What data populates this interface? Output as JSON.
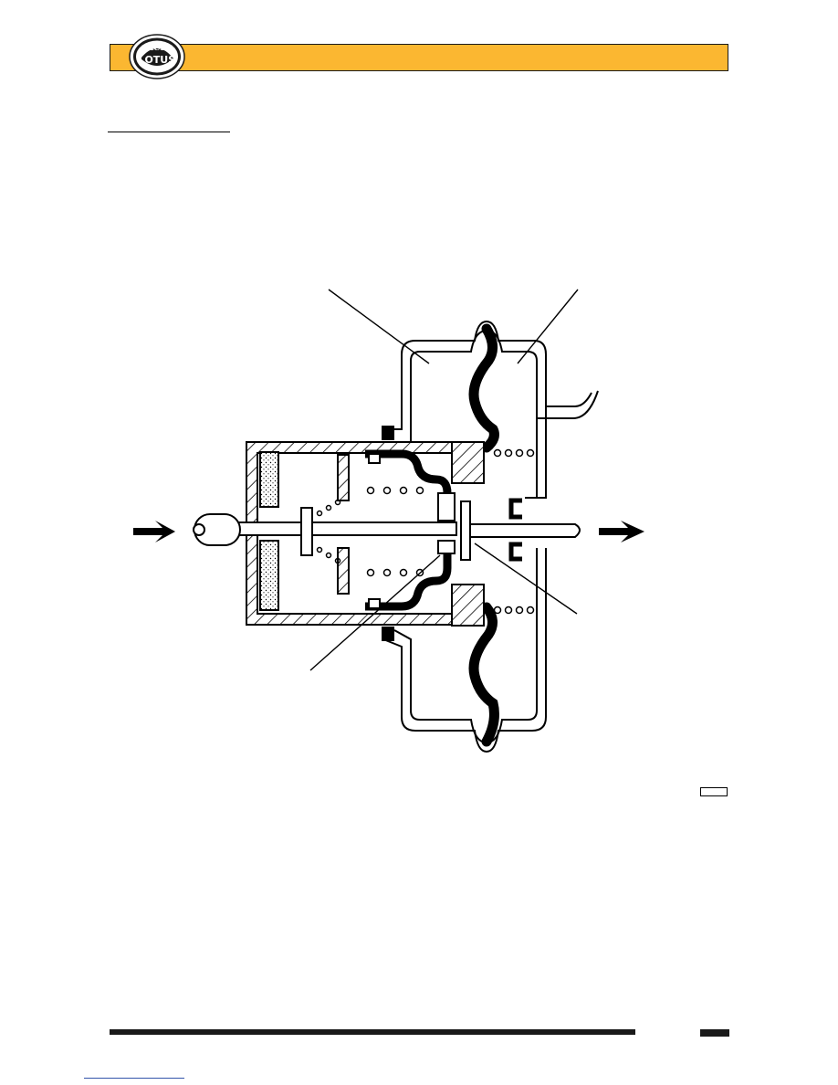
{
  "header": {
    "band_color": "#fbb731",
    "logo": {
      "icon": "lotus-badge-icon",
      "wordmark": "LOTUS"
    }
  },
  "diagram": {
    "icon": "brake-servo-cross-section",
    "flow_arrows": [
      "input-arrow",
      "output-arrow"
    ]
  },
  "footer": {}
}
